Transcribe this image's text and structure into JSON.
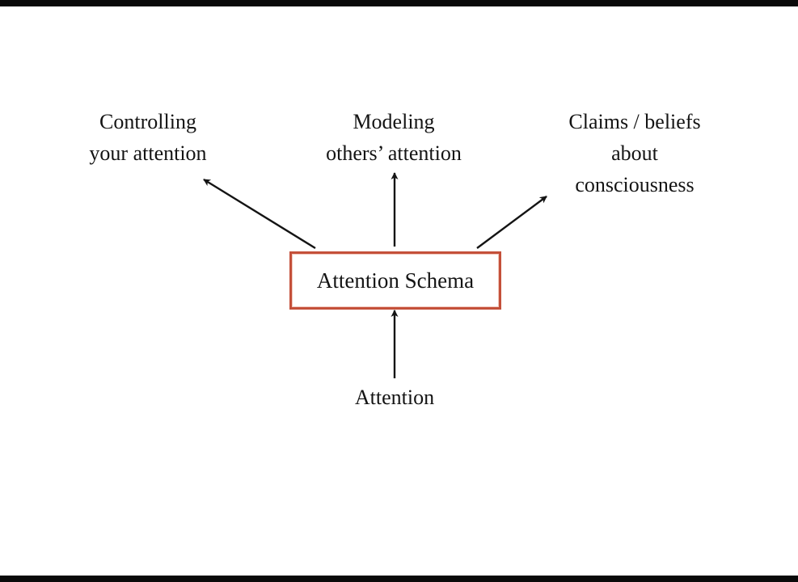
{
  "diagram": {
    "title_hint": "Attention Schema diagram",
    "accent_border_color": "#c4503a",
    "text_color": "#141414",
    "center_box": {
      "label": "Attention Schema"
    },
    "nodes": {
      "top_left": {
        "label": "Controlling\nyour attention"
      },
      "top_center": {
        "label": "Modeling\nothers’ attention"
      },
      "top_right": {
        "label": "Claims / beliefs\nabout\nconsciousness"
      },
      "bottom": {
        "label": "Attention"
      }
    },
    "arrows": [
      {
        "from": "attention-schema-box",
        "to": "controlling-your-attention",
        "direction": "up-left"
      },
      {
        "from": "attention-schema-box",
        "to": "modeling-others-attention",
        "direction": "up"
      },
      {
        "from": "attention-schema-box",
        "to": "claims-beliefs-about-consciousness",
        "direction": "up-right"
      },
      {
        "from": "attention",
        "to": "attention-schema-box",
        "direction": "up"
      }
    ]
  }
}
